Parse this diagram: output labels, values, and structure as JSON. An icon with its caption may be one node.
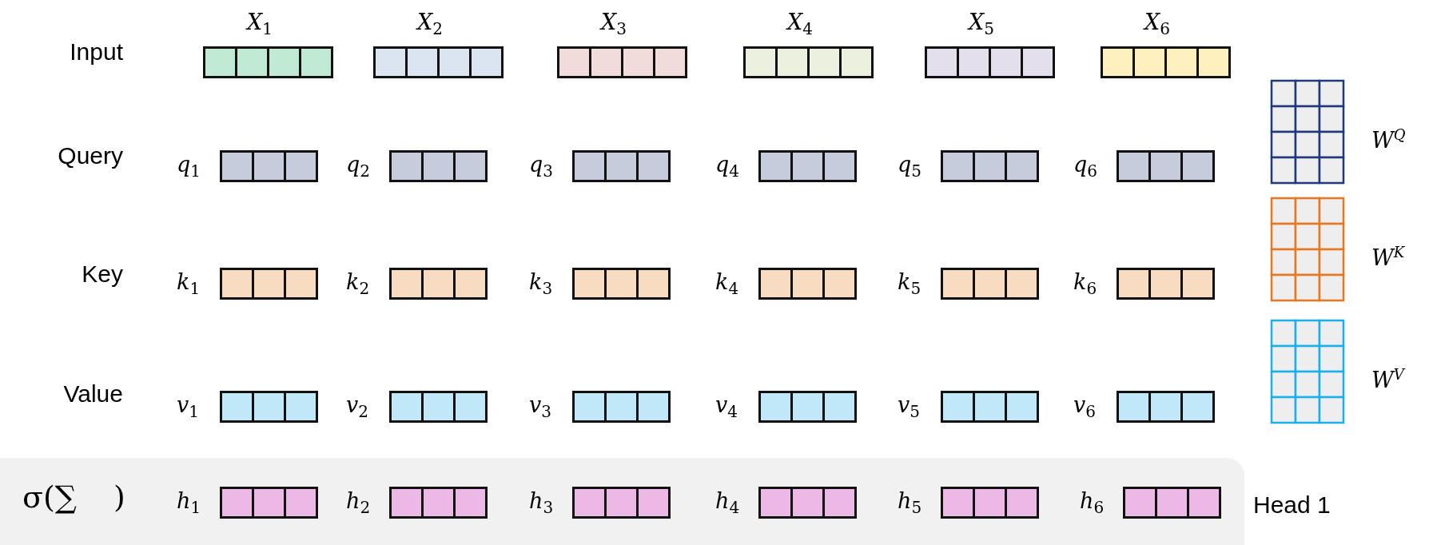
{
  "diagram": {
    "nodes": [
      {
        "text": [],
        "shape": "bar",
        "beside": [
          "X$_{1}$"
        ]
      },
      {
        "text": [],
        "shape": "bar",
        "beside": [
          "X$_{2}$"
        ]
      },
      {
        "text": [],
        "shape": "bar",
        "beside": [
          "X$_{3}$"
        ]
      },
      {
        "text": [],
        "shape": "bar",
        "beside": [
          "X$_{4}$"
        ]
      },
      {
        "text": [],
        "shape": "bar",
        "beside": [
          "X$_{5}$"
        ]
      },
      {
        "text": [],
        "shape": "bar",
        "beside": [
          "X$_{6}$"
        ]
      },
      {
        "text": [],
        "shape": "bar",
        "beside": [
          "q$_{1}$"
        ]
      },
      {
        "text": [],
        "shape": "bar",
        "beside": [
          "q$_{2}$"
        ]
      },
      {
        "text": [],
        "shape": "bar",
        "beside": [
          "q$_{3}$"
        ]
      },
      {
        "text": [],
        "shape": "bar",
        "beside": [
          "q$_{4}$"
        ]
      },
      {
        "text": [],
        "shape": "bar",
        "beside": [
          "q$_{5}$"
        ]
      },
      {
        "text": [],
        "shape": "bar",
        "beside": [
          "q$_{6}$"
        ]
      },
      {
        "text": [],
        "shape": "box",
        "beside": [
          "W$^{Q}$"
        ]
      },
      {
        "text": [],
        "shape": "bar",
        "beside": [
          "k$_{1}$"
        ]
      },
      {
        "text": [],
        "shape": "bar",
        "beside": [
          "k$_{2}$"
        ]
      },
      {
        "text": [],
        "shape": "bar",
        "beside": [
          "k$_{3}$"
        ]
      },
      {
        "text": [],
        "shape": "bar",
        "beside": [
          "k$_{4}$"
        ]
      },
      {
        "text": [],
        "shape": "bar",
        "beside": [
          "k$_{5}$"
        ]
      },
      {
        "text": [],
        "shape": "bar",
        "beside": [
          "k$_{6}$"
        ]
      },
      {
        "text": [],
        "shape": "box",
        "beside": [
          "W$^{K}$"
        ]
      },
      {
        "text": [],
        "shape": "bar",
        "beside": [
          "v$_{1}$"
        ]
      },
      {
        "text": [],
        "shape": "bar",
        "beside": [
          "v$_{2}$"
        ]
      },
      {
        "text": [],
        "shape": "bar",
        "beside": [
          "v$_{3}$"
        ]
      },
      {
        "text": [],
        "shape": "bar",
        "beside": [
          "v$_{4}$"
        ]
      },
      {
        "text": [],
        "shape": "bar",
        "beside": [
          "v$_{5}$"
        ]
      },
      {
        "text": [],
        "shape": "bar",
        "beside": [
          "v$_{6}$"
        ]
      },
      {
        "text": [],
        "shape": "box",
        "beside": [
          "W$^{V}$"
        ]
      },
      {
        "text": [
          "σ(∑ )"
        ],
        "beside": [
          "Head 1"
        ]
      },
      {
        "text": [],
        "shape": "bar",
        "in": 27,
        "beside": [
          "h$_{1}$"
        ]
      },
      {
        "text": [],
        "shape": "bar",
        "in": 27,
        "beside": [
          "h$_{2}$"
        ]
      },
      {
        "text": [],
        "shape": "bar",
        "in": 27,
        "beside": [
          "h$_{3}$"
        ]
      },
      {
        "text": [],
        "shape": "bar",
        "in": 27,
        "beside": [
          "h$_{4}$"
        ]
      },
      {
        "text": [],
        "shape": "bar",
        "in": 27,
        "beside": [
          "h$_{5}$"
        ]
      },
      {
        "text": [],
        "shape": "bar",
        "in": 27,
        "beside": [
          "h$_{6}$"
        ]
      }
    ],
    "labels": [
      "Input",
      "Query",
      "Key",
      "Value"
    ]
  }
}
